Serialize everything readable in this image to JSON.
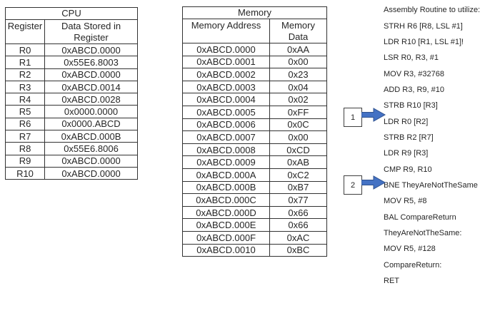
{
  "colors": {
    "arrow_fill": "#4472C4",
    "arrow_stroke": "#2F528F"
  },
  "cpu_table": {
    "title": "CPU",
    "col_headers": [
      "Register",
      "Data Stored in Register"
    ],
    "rows": [
      [
        "R0",
        "0xABCD.0000"
      ],
      [
        "R1",
        "0x55E6.8003"
      ],
      [
        "R2",
        "0xABCD.0000"
      ],
      [
        "R3",
        "0xABCD.0014"
      ],
      [
        "R4",
        "0xABCD.0028"
      ],
      [
        "R5",
        "0x0000.0000"
      ],
      [
        "R6",
        "0x0000.ABCD"
      ],
      [
        "R7",
        "0xABCD.000B"
      ],
      [
        "R8",
        "0x55E6.8006"
      ],
      [
        "R9",
        "0xABCD.0000"
      ],
      [
        "R10",
        "0xABCD.0000"
      ]
    ]
  },
  "memory_table": {
    "title": "Memory",
    "col_headers": [
      "Memory Address",
      "Memory Data"
    ],
    "rows": [
      [
        "0xABCD.0000",
        "0xAA"
      ],
      [
        "0xABCD.0001",
        "0x00"
      ],
      [
        "0xABCD.0002",
        "0x23"
      ],
      [
        "0xABCD.0003",
        "0x04"
      ],
      [
        "0xABCD.0004",
        "0x02"
      ],
      [
        "0xABCD.0005",
        "0xFF"
      ],
      [
        "0xABCD.0006",
        "0x0C"
      ],
      [
        "0xABCD.0007",
        "0x00"
      ],
      [
        "0xABCD.0008",
        "0xCD"
      ],
      [
        "0xABCD.0009",
        "0xAB"
      ],
      [
        "0xABCD.000A",
        "0xC2"
      ],
      [
        "0xABCD.000B",
        "0xB7"
      ],
      [
        "0xABCD.000C",
        "0x77"
      ],
      [
        "0xABCD.000D",
        "0x66"
      ],
      [
        "0xABCD.000E",
        "0x66"
      ],
      [
        "0xABCD.000F",
        "0xAC"
      ],
      [
        "0xABCD.0010",
        "0xBC"
      ]
    ]
  },
  "assembly": {
    "title": "Assembly Routine to utilize:",
    "lines": [
      "STRH R6 [R8, LSL #1]",
      "LDR R10 [R1, LSL #1]!",
      "LSR R0, R3, #1",
      "MOV R3, #32768",
      "ADD R3, R9, #10",
      "STRB R10 [R3]",
      "LDR R0 [R2]",
      "STRB R2 [R7]",
      "LDR R9 [R3]",
      "CMP R9, R10",
      "BNE TheyAreNotTheSame",
      "MOV R5, #8",
      "BAL CompareReturn",
      "TheyAreNotTheSame:",
      "MOV R5, #128",
      "CompareReturn:",
      "RET"
    ]
  },
  "annotations": [
    {
      "label": "1"
    },
    {
      "label": "2"
    }
  ]
}
